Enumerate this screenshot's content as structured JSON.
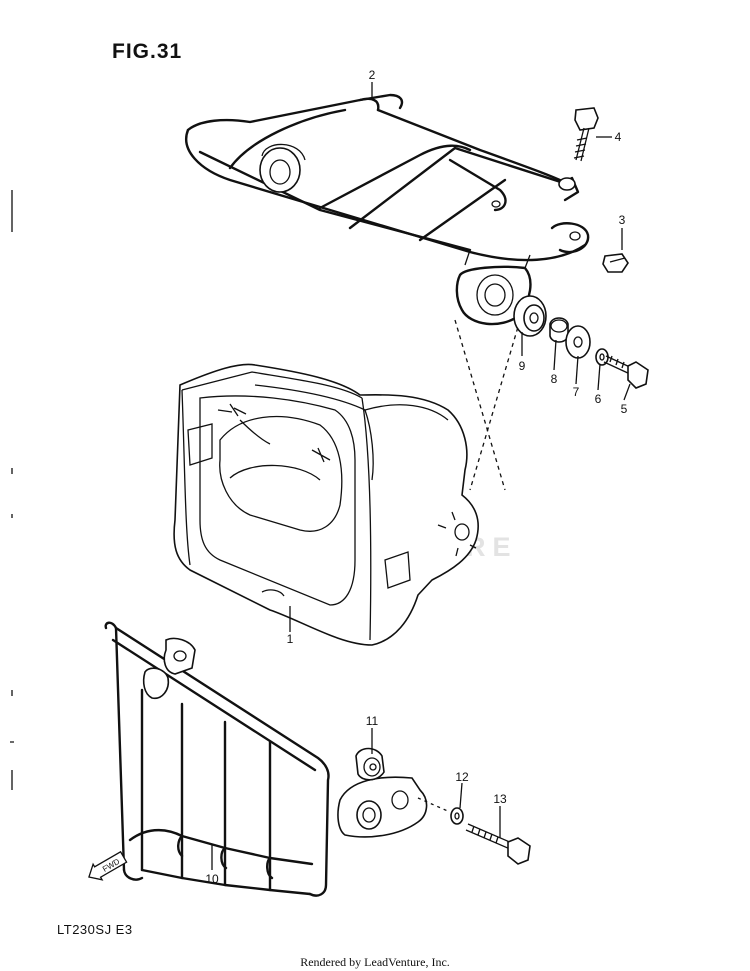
{
  "figure": {
    "title": "FIG.31"
  },
  "model": "LT230SJ  E3",
  "credit": "Rendered by LeadVenture, Inc.",
  "watermark": "LEADVENTURE",
  "fwd_label": "FWD",
  "parts": [
    {
      "number": "1",
      "name": "headlight-housing"
    },
    {
      "number": "2",
      "name": "front-carrier"
    },
    {
      "number": "3",
      "name": "bolt"
    },
    {
      "number": "4",
      "name": "bolt"
    },
    {
      "number": "5",
      "name": "bolt"
    },
    {
      "number": "6",
      "name": "washer"
    },
    {
      "number": "7",
      "name": "washer"
    },
    {
      "number": "8",
      "name": "collar"
    },
    {
      "number": "9",
      "name": "cushion"
    },
    {
      "number": "10",
      "name": "headlight-guard"
    },
    {
      "number": "11",
      "name": "cushion"
    },
    {
      "number": "12",
      "name": "washer"
    },
    {
      "number": "13",
      "name": "bolt"
    }
  ]
}
